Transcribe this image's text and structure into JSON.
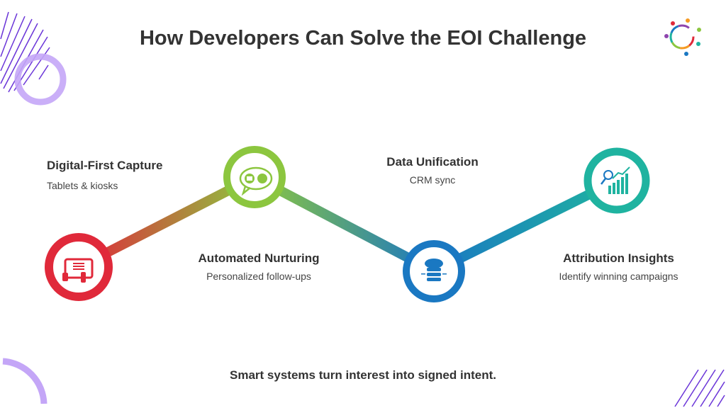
{
  "title": "How Developers Can Solve the EOI Challenge",
  "steps": [
    {
      "title": "Digital-First Capture",
      "subtitle": "Tablets & kiosks",
      "icon": "tablet-touch-icon",
      "color": "#e0293a"
    },
    {
      "title": "Automated Nurturing",
      "subtitle": "Personalized follow-ups",
      "icon": "chat-mail-phone-icon",
      "color": "#8cc63f"
    },
    {
      "title": "Data Unification",
      "subtitle": "CRM sync",
      "icon": "cloud-database-icon",
      "color": "#1a78c2"
    },
    {
      "title": "Attribution Insights",
      "subtitle": "Identify winning campaigns",
      "icon": "analytics-chart-icon",
      "color": "#1fb3a0"
    }
  ],
  "footer": "Smart systems turn interest into signed intent.",
  "colors": {
    "accent_purple": "#7b3fe4",
    "ring_purple": "#c4a6f7"
  }
}
